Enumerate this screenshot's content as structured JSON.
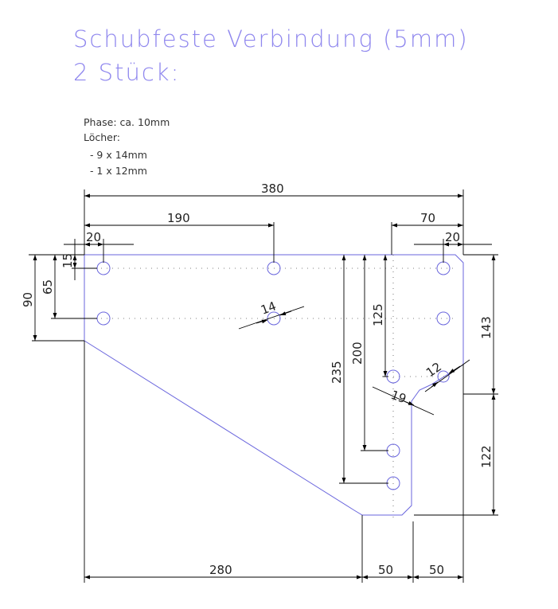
{
  "title_line1": "Schubfeste Verbindung (5mm)",
  "title_line2": "2 Stück:",
  "notes": [
    "Phase: ca. 10mm",
    "Löcher:",
    "  - 9 x 14mm",
    "  - 1 x 12mm"
  ],
  "dimensions": {
    "d380": "380",
    "d190": "190",
    "d70": "70",
    "d20a": "20",
    "d20b": "20",
    "d15": "15",
    "d65": "65",
    "d90": "90",
    "d14": "14",
    "d125": "125",
    "d200": "200",
    "d235": "235",
    "d143": "143",
    "d12": "12",
    "d19": "19",
    "d122": "122",
    "d280": "280",
    "d50a": "50",
    "d50b": "50"
  },
  "colors": {
    "part_outline": "#6a66dd",
    "title": "#8f87ee",
    "dimension": "#000000"
  }
}
